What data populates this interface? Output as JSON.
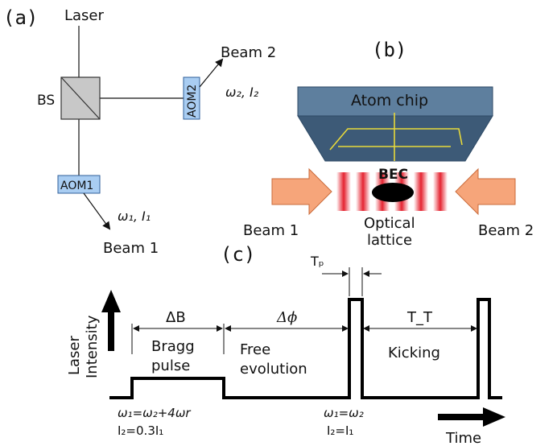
{
  "panel_a": {
    "label": "(a)",
    "laser": "Laser",
    "bs": "BS",
    "aom1": "AOM1",
    "aom2": "AOM2",
    "beam1": "Beam 1",
    "beam2": "Beam 2",
    "omega1_i1": "ω₁, I₁",
    "omega2_i2": "ω₂, I₂"
  },
  "panel_b": {
    "label": "(b)",
    "atom_chip": "Atom chip",
    "bec": "BEC",
    "beam1": "Beam 1",
    "beam2": "Beam 2",
    "optical": "Optical",
    "lattice": "lattice"
  },
  "panel_c": {
    "label": "(c)",
    "y_axis_1": "Laser",
    "y_axis_2": "Intensity",
    "time": "Time",
    "delta_b": "ΔB",
    "delta_phi": "Δϕ",
    "tp": "Tₚ",
    "tt": "T_T",
    "bragg": "Bragg",
    "pulse": "pulse",
    "free": "Free",
    "evolution": "evolution",
    "kicking": "Kicking",
    "cond1a": "ω₁=ω₂+4ωr",
    "cond1b": "I₂=0.3I₁",
    "cond2a": "ω₁=ω₂",
    "cond2b": "I₂=I₁"
  },
  "colors": {
    "aom_fill": "#a9cdf2",
    "chip_top": "#5e7f9e",
    "chip_face": "#3d5a77",
    "beam_orange": "#f6a57a",
    "lattice_red": "#e52330"
  }
}
